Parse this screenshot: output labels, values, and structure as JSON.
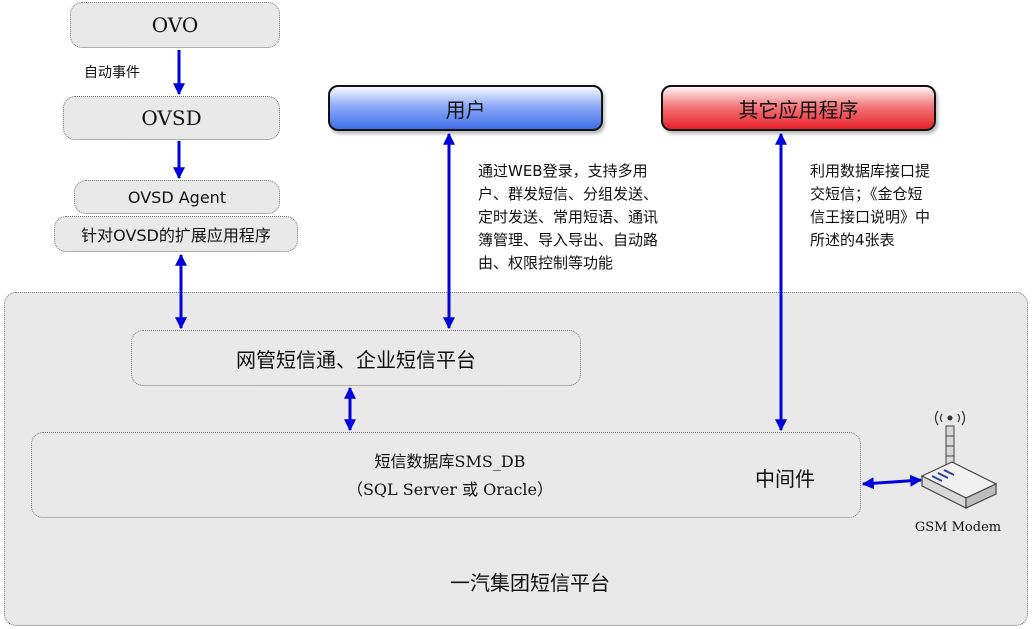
{
  "nodes": {
    "ovo": "OVO",
    "ovsd": "OVSD",
    "ovsd_agent": "OVSD Agent",
    "extension_app": "针对OVSD的扩展应用程序",
    "user": "用户",
    "other_apps": "其它应用程序",
    "platform_main": "网管短信通、企业短信平台",
    "db_title": "短信数据库SMS_DB",
    "db_subtitle": "（SQL Server 或 Oracle）",
    "middleware": "中间件",
    "gsm_modem": "GSM Modem",
    "group_platform": "一汽集团短信平台"
  },
  "labels": {
    "auto_event": "自动事件",
    "user_features": [
      "通过WEB登录，支持多用",
      "户、群发短信、分组发送、",
      "定时发送、常用短语、通讯",
      "簿管理、导入导出、自动路",
      "由、权限控制等功能"
    ],
    "other_features": [
      "利用数据库接口提",
      "交短信；《金仓短",
      "信王接口说明》中",
      "所述的4张表"
    ]
  },
  "colors": {
    "arrow": "#0000dd",
    "user_box_top": "#ffffff",
    "user_box_bottom": "#3f6fe8",
    "other_box_top": "#ffffff",
    "other_box_bottom": "#e8202a",
    "panel": "#e9e9e9"
  },
  "icons": {
    "gsm_modem": "gsm-modem-icon"
  }
}
